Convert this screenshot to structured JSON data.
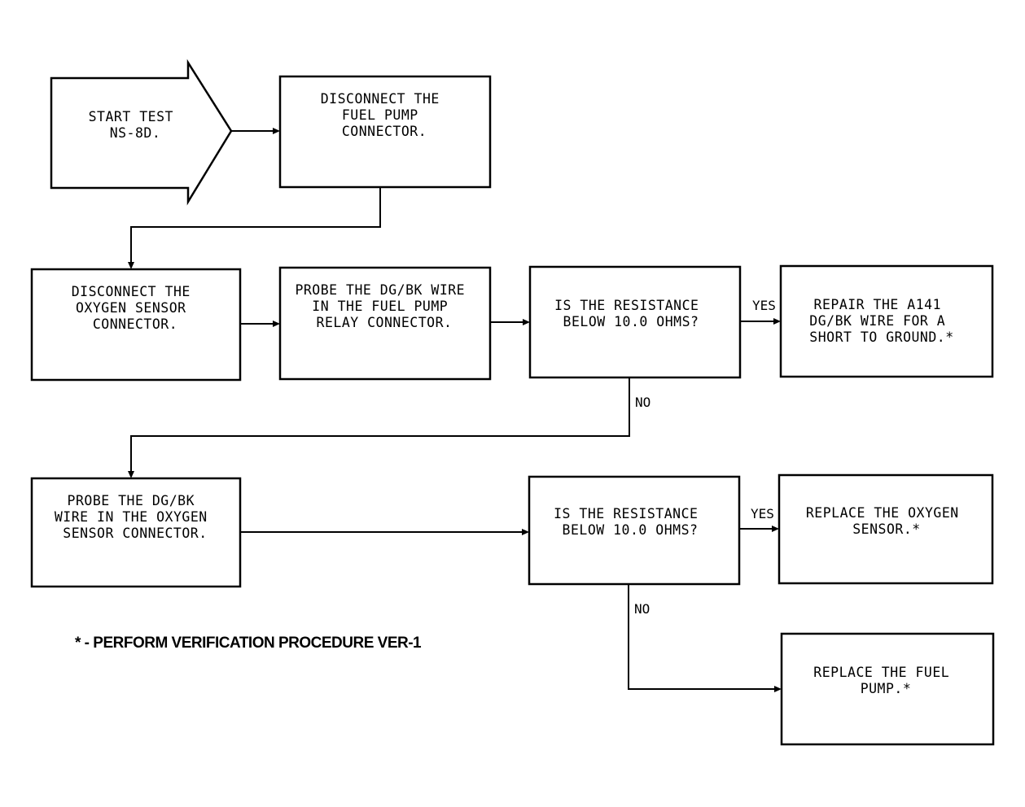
{
  "start": {
    "lines": [
      "START TEST",
      "NS-8D."
    ]
  },
  "steps": {
    "disconnect_fuel_pump": {
      "lines": [
        "DISCONNECT THE",
        "FUEL PUMP",
        "CONNECTOR."
      ]
    },
    "disconnect_oxygen": {
      "lines": [
        "DISCONNECT THE",
        "OXYGEN SENSOR",
        "CONNECTOR."
      ]
    },
    "probe_relay": {
      "lines": [
        "PROBE THE DG/BK WIRE",
        "IN THE FUEL PUMP",
        "RELAY CONNECTOR."
      ]
    },
    "decision_1": {
      "lines": [
        "IS THE RESISTANCE",
        "BELOW 10.0 OHMS?"
      ]
    },
    "repair_a141": {
      "lines": [
        "REPAIR THE A141",
        "DG/BK WIRE FOR A",
        "SHORT TO GROUND.*"
      ]
    },
    "probe_oxygen": {
      "lines": [
        "PROBE THE DG/BK",
        "WIRE IN THE OXYGEN",
        "SENSOR CONNECTOR."
      ]
    },
    "decision_2": {
      "lines": [
        "IS THE RESISTANCE",
        "BELOW 10.0 OHMS?"
      ]
    },
    "replace_oxygen": {
      "lines": [
        "REPLACE THE OXYGEN",
        "SENSOR.*"
      ]
    },
    "replace_fuel_pump": {
      "lines": [
        "REPLACE THE FUEL",
        "PUMP.*"
      ]
    }
  },
  "branch_labels": {
    "yes_1": "YES",
    "no_1": "NO",
    "yes_2": "YES",
    "no_2": "NO"
  },
  "footnote": "* - PERFORM VERIFICATION PROCEDURE VER-1"
}
